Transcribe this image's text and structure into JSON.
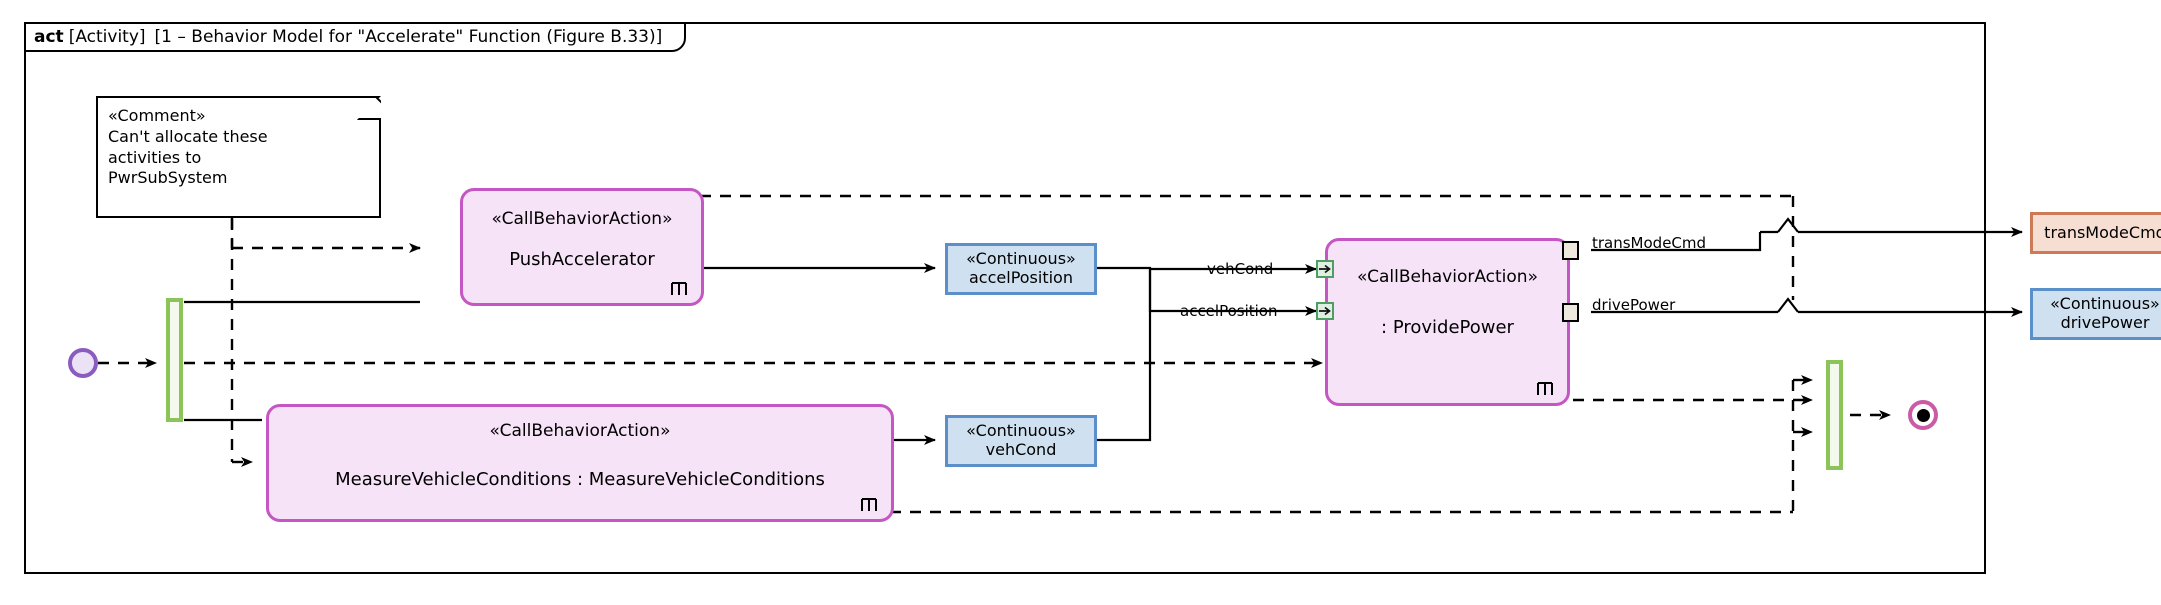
{
  "diagram": {
    "kind": "act",
    "frame_kind_label": "act",
    "frame_scope": "[Activity]",
    "frame_title": "[1 – Behavior Model for \"Accelerate\" Function (Figure B.33)]",
    "type": "sysml-activity-diagram"
  },
  "comment": {
    "stereotype": "«Comment»",
    "line1": "Can't allocate these",
    "line2": "activities to",
    "line3": "PwrSubSystem"
  },
  "nodes": {
    "initial": {
      "name": "initial-node"
    },
    "final": {
      "name": "activity-final-node"
    },
    "fork_left": {
      "name": "fork-node-left"
    },
    "fork_right": {
      "name": "join-node-right"
    },
    "push_accelerator": {
      "stereotype": "«CallBehaviorAction»",
      "name": "PushAccelerator"
    },
    "measure_vehicle_conditions": {
      "stereotype": "«CallBehaviorAction»",
      "name": "MeasureVehicleConditions : MeasureVehicleConditions"
    },
    "provide_power": {
      "stereotype": "«CallBehaviorAction»",
      "name": ": ProvidePower"
    }
  },
  "objects": {
    "accel_position": {
      "stereotype": "«Continuous»",
      "name": "accelPosition"
    },
    "veh_cond": {
      "stereotype": "«Continuous»",
      "name": "vehCond"
    },
    "drive_power": {
      "stereotype": "«Continuous»",
      "name": "drivePower"
    },
    "trans_mode_cmd": {
      "stereotype": "",
      "name": "transModeCmd"
    }
  },
  "pins": {
    "in_veh_cond": "vehCond",
    "in_accel_position": "accelPosition",
    "out_trans_mode_cmd": "transModeCmd",
    "out_drive_power": "drivePower"
  },
  "colors": {
    "action_fill": "#f7e3f7",
    "action_border": "#c457c4",
    "object_fill": "#cfe0f0",
    "object_border": "#5b8fc9",
    "salmon_fill": "#f7ded2",
    "salmon_border": "#cf7a56",
    "fork_fill": "#f4f9ee",
    "fork_border": "#8cc45a",
    "initial_border": "#8b5cc0",
    "final_border": "#c95ca5",
    "in_pin_fill": "#dff0e2",
    "in_pin_border": "#4e9d63",
    "out_pin_fill": "#efe9dd",
    "edge": "#000000"
  }
}
